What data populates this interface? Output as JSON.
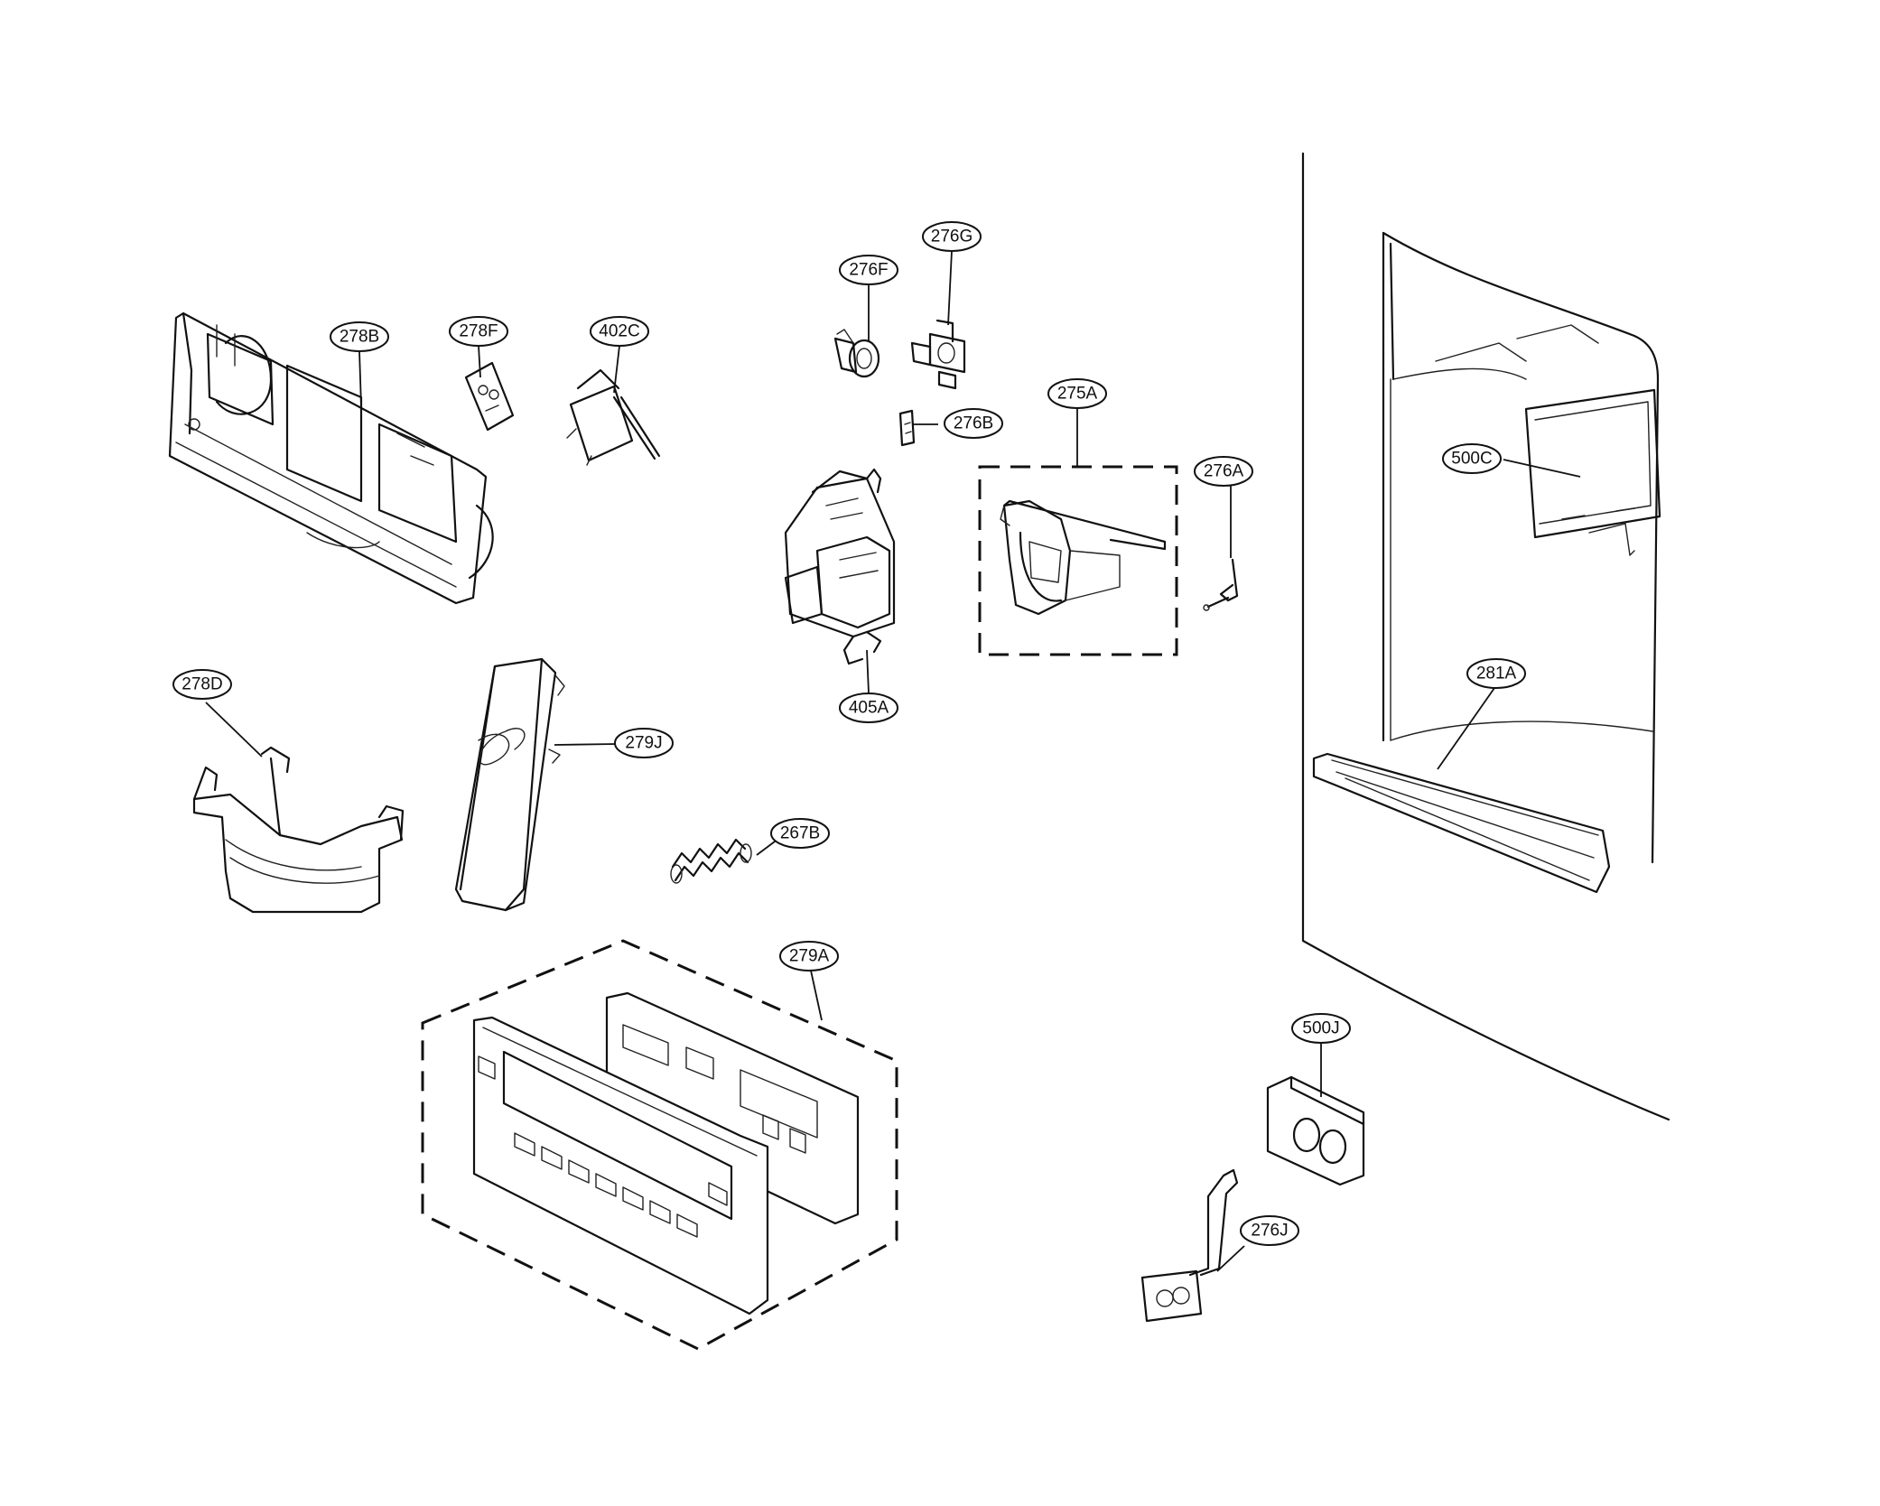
{
  "callouts": {
    "c278B": "278B",
    "c278F": "278F",
    "c402C": "402C",
    "c276F": "276F",
    "c276G": "276G",
    "c276B": "276B",
    "c275A": "275A",
    "c276A": "276A",
    "c500C": "500C",
    "c405A": "405A",
    "c278D": "278D",
    "c279J": "279J",
    "c281A": "281A",
    "c267B": "267B",
    "c279A": "279A",
    "c500J": "500J",
    "c276J": "276J"
  }
}
